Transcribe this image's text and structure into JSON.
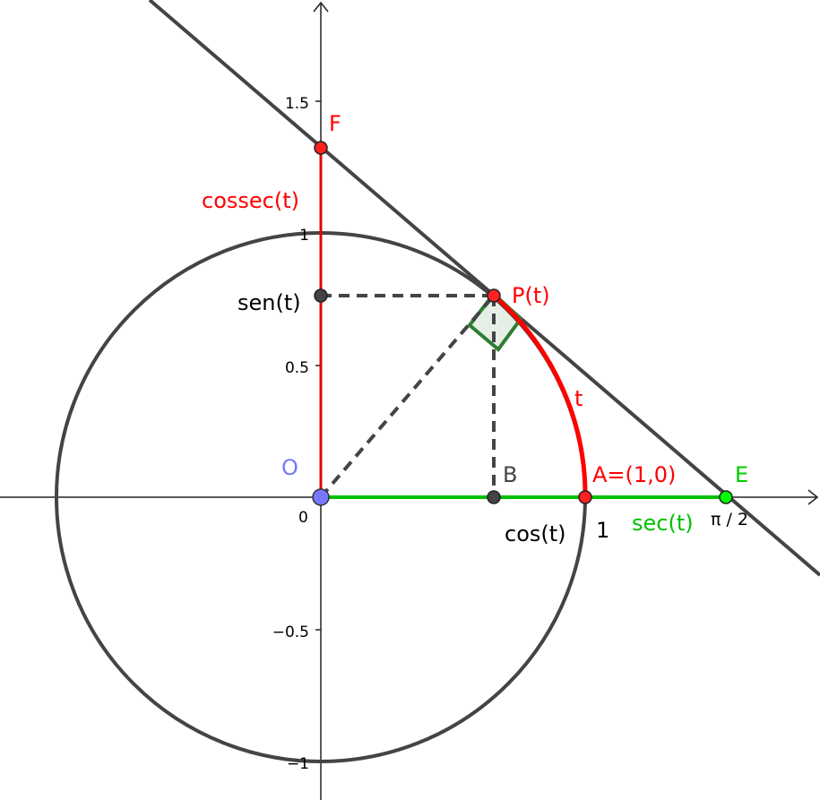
{
  "axis_ticks": {
    "x_zero": "0",
    "x_one": "1",
    "x_pi_half": "π / 2",
    "y_1_5": "1.5",
    "y_1": "1",
    "y_0_5": "0.5",
    "y_neg_0_5": "−0.5",
    "y_neg_1": "−1"
  },
  "labels": {
    "F": "F",
    "cossec": "cossec(t)",
    "sen": "sen(t)",
    "P": "P(t)",
    "t": "t",
    "O": "O",
    "B": "B",
    "A": "A=(1,0)",
    "E": "E",
    "cos": "cos(t)",
    "sec": "sec(t)"
  },
  "colors": {
    "red": "#ff0000",
    "green": "#00c000",
    "bright_green": "#00ff00",
    "gray": "#444444",
    "blue_point": "#7777ff",
    "right_angle_green": "#2e7d32"
  },
  "geometry": {
    "angle_t_rad": 0.876,
    "points": {
      "O": [
        0,
        0
      ],
      "A": [
        1,
        0
      ],
      "B": [
        0.64,
        0
      ],
      "P": [
        0.64,
        0.768
      ],
      "sen_point": [
        0,
        0.768
      ],
      "E": [
        1.5625,
        0
      ],
      "F": [
        0,
        1.302
      ]
    }
  }
}
